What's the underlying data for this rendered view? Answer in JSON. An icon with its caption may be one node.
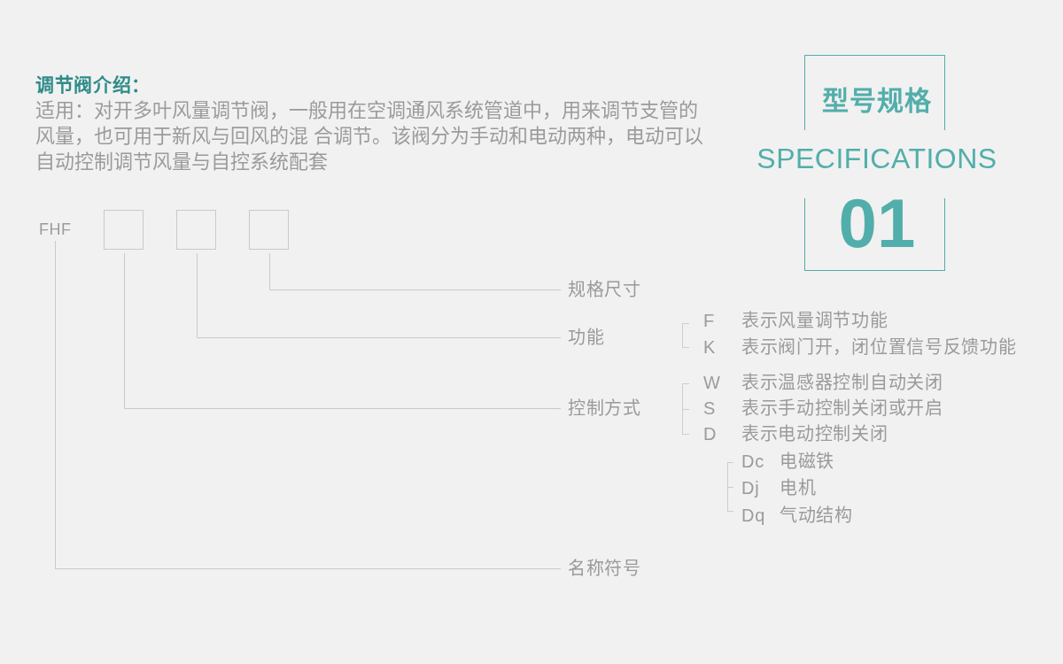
{
  "diagram": {
    "nodes": [
      {
        "text": [
          "型号规格",
          "SPECIFICATIONS",
          "01"
        ]
      },
      {
        "text": [
          "FHF"
        ]
      },
      {
        "text": [],
        "shape": "box"
      },
      {
        "text": [],
        "shape": "box"
      },
      {
        "text": [],
        "shape": "box"
      },
      {
        "text": [
          "规格尺寸"
        ]
      },
      {
        "text": [
          "功能"
        ]
      },
      {
        "text": [
          "控制方式"
        ]
      },
      {
        "text": [
          "名称符号"
        ]
      }
    ],
    "edges": [
      {
        "from": 4,
        "to": 5,
        "arrow": "none"
      },
      {
        "from": 3,
        "to": 6,
        "arrow": "none"
      },
      {
        "from": 2,
        "to": 7,
        "arrow": "none"
      },
      {
        "from": 1,
        "to": 8,
        "arrow": "none"
      }
    ],
    "labels": [
      "调节阀介绍：",
      "适用：对开多叶风量调节阀，一般用在空调通风系统管道中，用来调节支管的风量，也可用于新风与回风的混 合调节。该阀分为手动和电动两种，电动可以自动控制调节风量与自控系统配套",
      "F",
      "表示风量调节功能",
      "K",
      "表示阀门开，闭位置信号反馈功能",
      "W",
      "表示温感器控制自动关闭",
      "S",
      "表示手动控制关闭或开启",
      "D",
      "表示电动控制关闭",
      "Dc",
      "电磁铁",
      "Dj",
      "电机",
      "Dq",
      "气动结构"
    ]
  }
}
